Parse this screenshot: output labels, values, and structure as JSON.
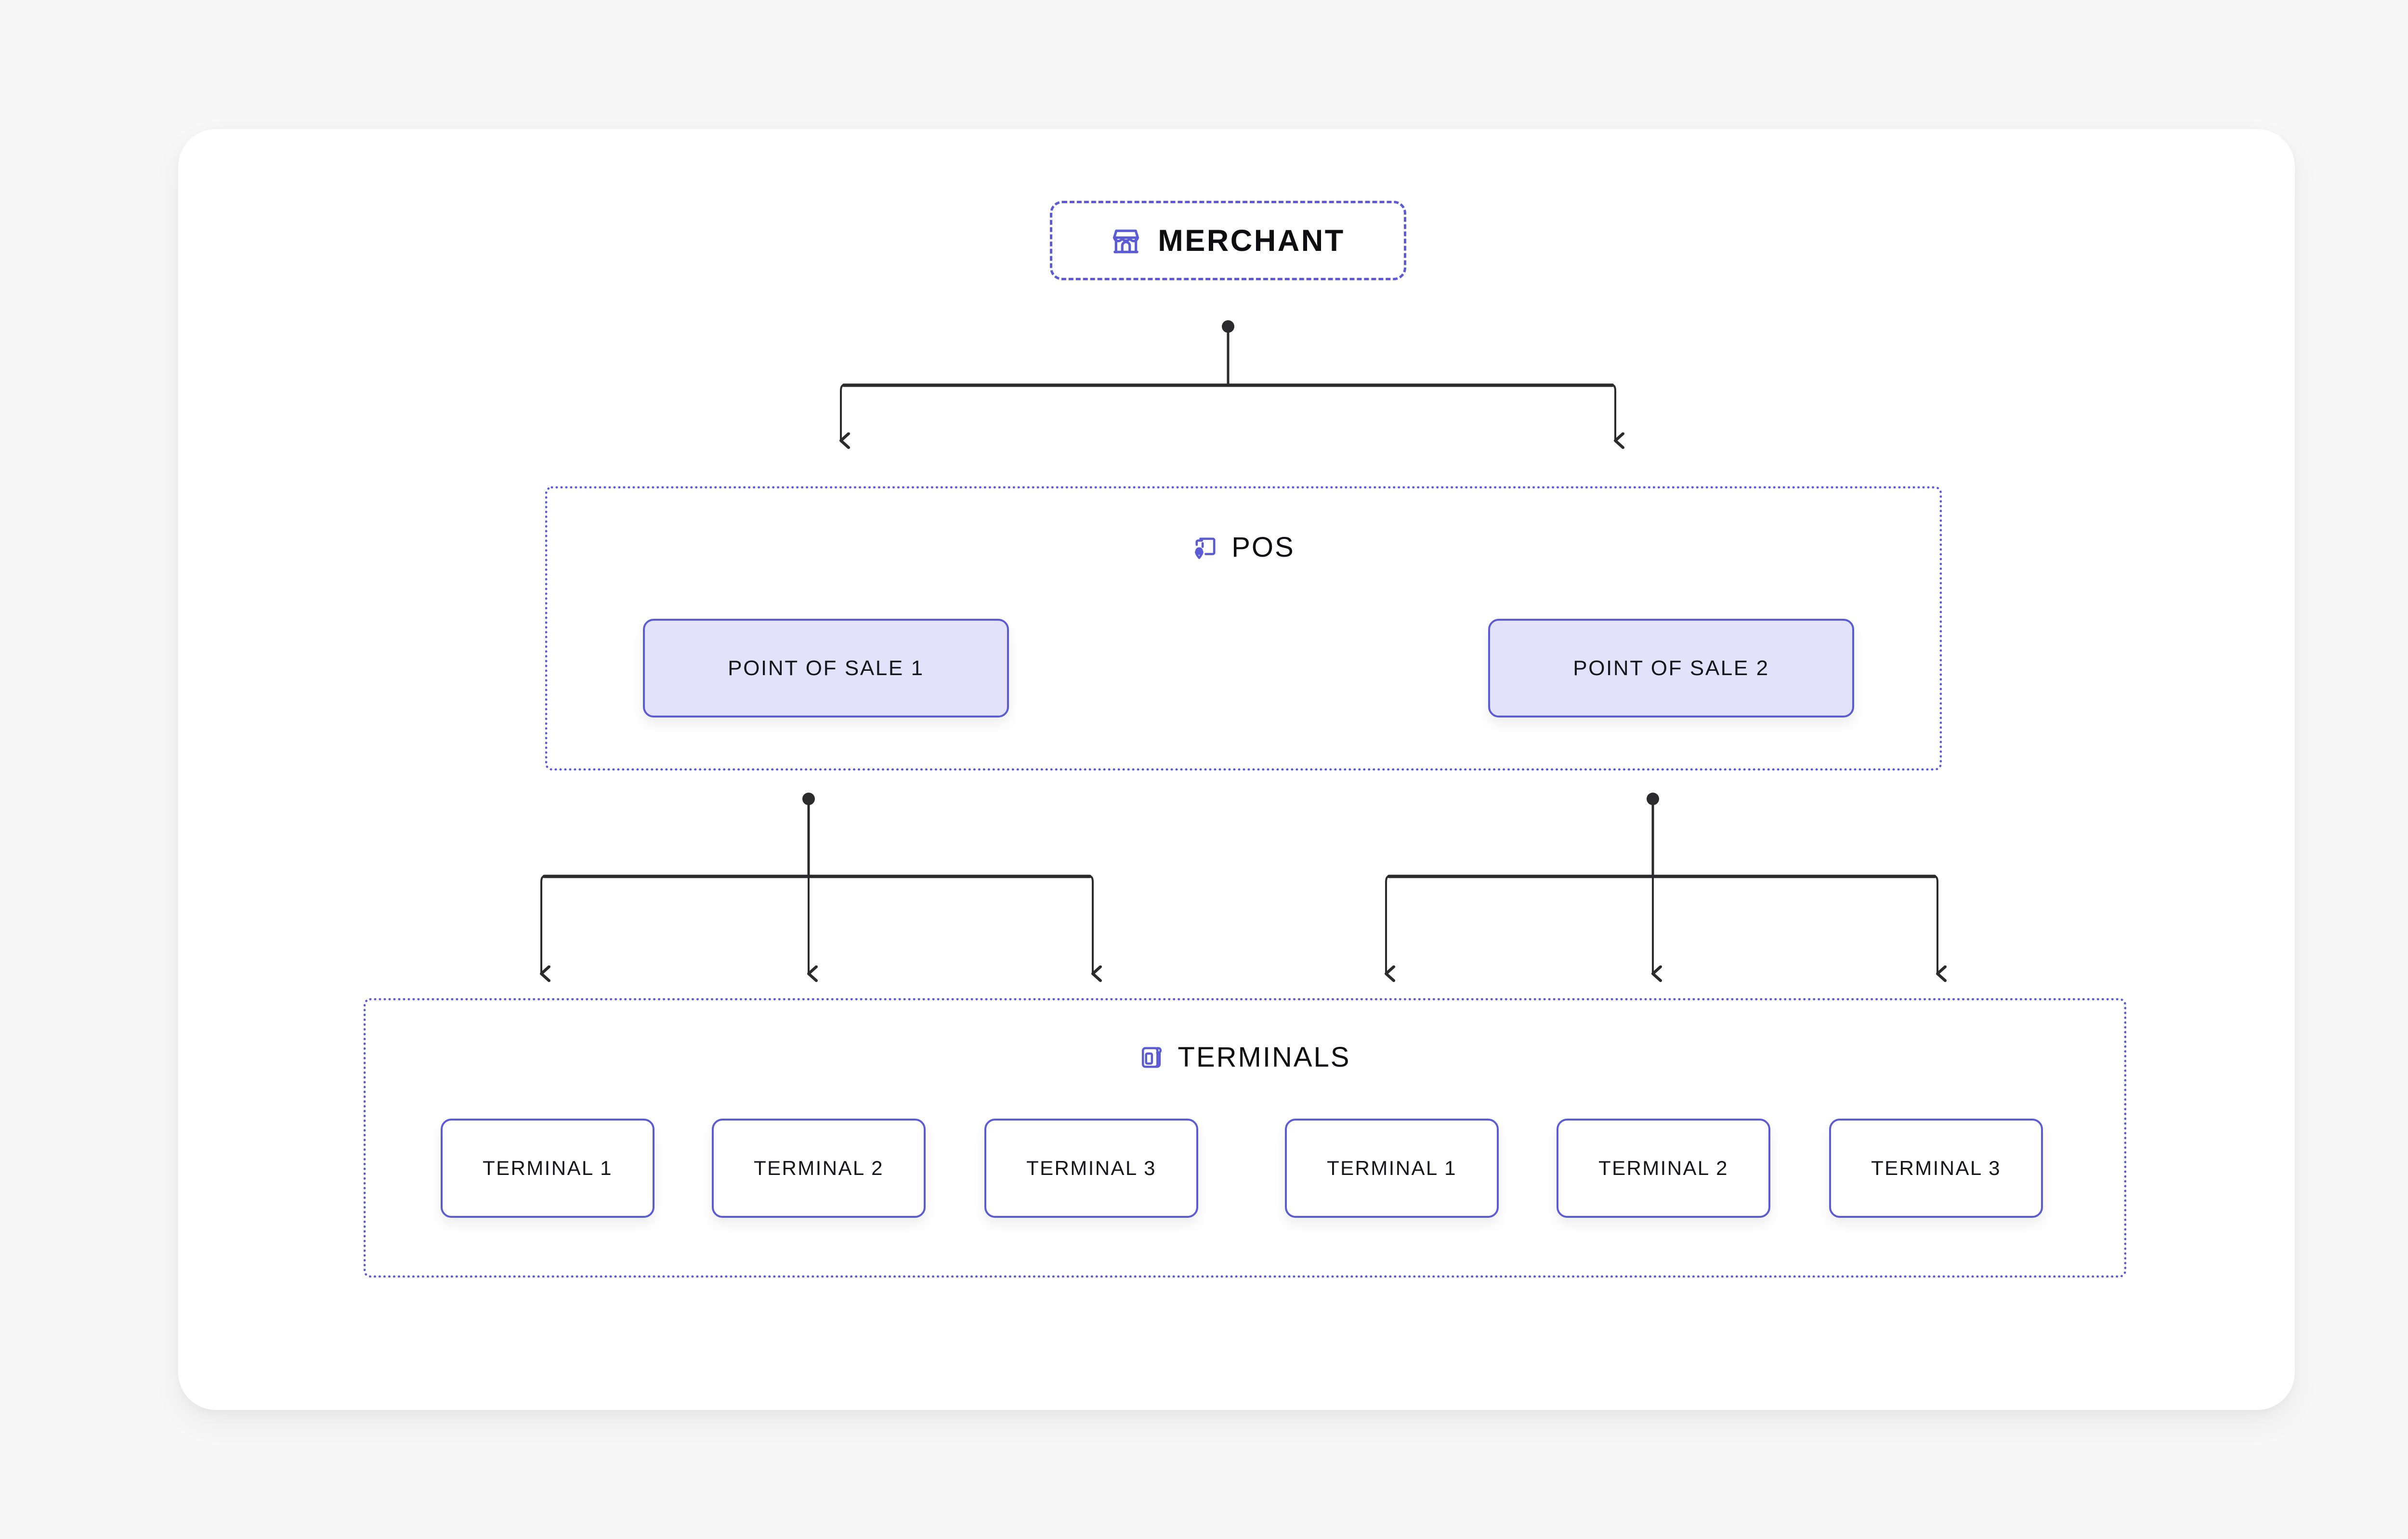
{
  "theme": {
    "page_background": "#f7f7f8",
    "card_background": "#ffffff",
    "accent_purple": "#5b5bd6",
    "pos_fill": "#e3e2fb",
    "terminal_fill": "#ffffff",
    "connector_color": "#2b2b2e",
    "text_color": "#0d0d12"
  },
  "diagram": {
    "root": {
      "label": "MERCHANT",
      "icon": "storefront-icon",
      "border_style": "dashed",
      "border_color": "#5b5bd6"
    },
    "groups": [
      {
        "id": "pos",
        "title": "POS",
        "icon": "pos-screen-pin-icon",
        "border_style": "dotted",
        "border_color": "#5b5bd6",
        "nodes": [
          {
            "label": "POINT OF SALE 1"
          },
          {
            "label": "POINT OF SALE 2"
          }
        ]
      },
      {
        "id": "terminals",
        "title": "TERMINALS",
        "icon": "card-terminal-icon",
        "border_style": "dotted",
        "border_color": "#5b5bd6",
        "nodes": [
          {
            "label": "TERMINAL 1"
          },
          {
            "label": "TERMINAL 2"
          },
          {
            "label": "TERMINAL 3"
          },
          {
            "label": "TERMINAL 1"
          },
          {
            "label": "TERMINAL 2"
          },
          {
            "label": "TERMINAL 3"
          }
        ]
      }
    ]
  }
}
